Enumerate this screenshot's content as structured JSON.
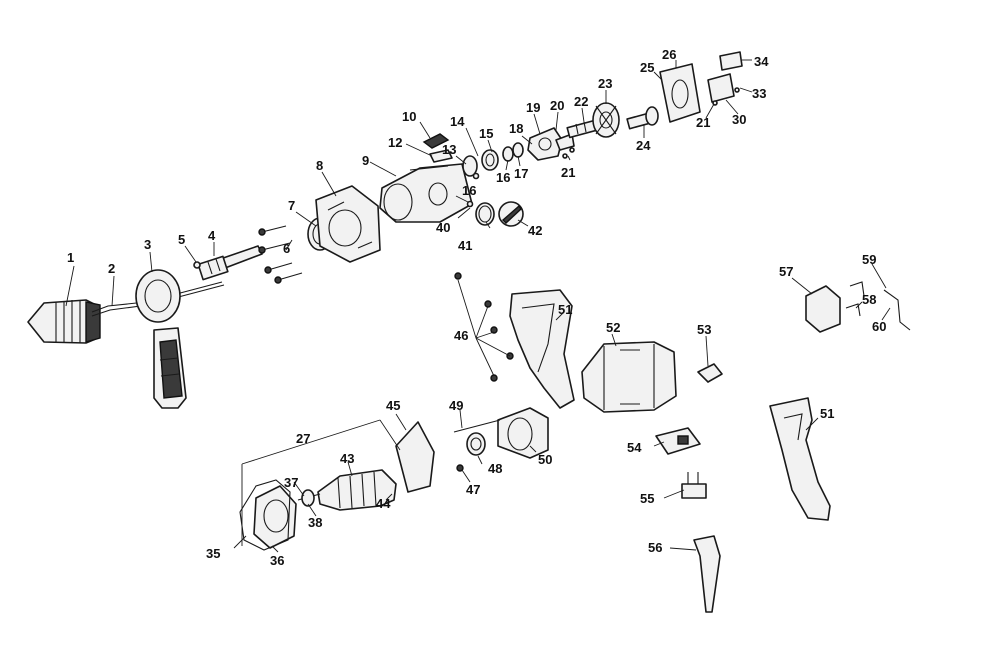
{
  "labels": {
    "l1": "1",
    "l2": "2",
    "l3": "3",
    "l4": "4",
    "l5": "5",
    "l6": "6",
    "l7": "7",
    "l8": "8",
    "l9": "9",
    "l10": "10",
    "l12": "12",
    "l13": "13",
    "l14": "14",
    "l15": "15",
    "l16a": "16",
    "l16b": "16",
    "l17": "17",
    "l18": "18",
    "l19": "19",
    "l20": "20",
    "l21a": "21",
    "l21b": "21",
    "l22": "22",
    "l23": "23",
    "l24": "24",
    "l25": "25",
    "l26": "26",
    "l27": "27",
    "l30": "30",
    "l33": "33",
    "l34": "34",
    "l35": "35",
    "l36": "36",
    "l37": "37",
    "l38": "38",
    "l40": "40",
    "l41": "41",
    "l42": "42",
    "l43": "43",
    "l44": "44",
    "l45": "45",
    "l46": "46",
    "l47": "47",
    "l48": "48",
    "l49": "49",
    "l50": "50",
    "l51a": "51",
    "l51b": "51",
    "l52": "52",
    "l53": "53",
    "l54": "54",
    "l55": "55",
    "l56": "56",
    "l57": "57",
    "l58": "58",
    "l59": "59",
    "l60": "60"
  }
}
